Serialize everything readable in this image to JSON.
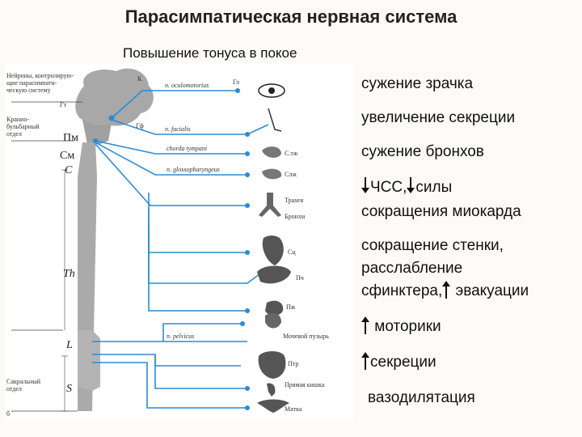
{
  "title": "Парасимпатическая нервная система",
  "subtitle": "Повышение тонуса в покое",
  "figure": {
    "left_labels": {
      "neurons": [
        "Нейроны, контролирую-",
        "щие парасимпати-",
        "ческую систему"
      ],
      "cranio": [
        "Кранио-",
        "бульбарный",
        "отдел"
      ],
      "sacral": [
        "Сакральный",
        "отдел"
      ],
      "K": "К",
      "Gt": "Гт",
      "Gf": "Гф",
      "Pm": "Пм",
      "Sm": "См",
      "C": "C",
      "Th": "Th",
      "L": "L",
      "S": "S",
      "b": "б"
    },
    "nerves": {
      "oculomotor": "n. oculomotorius",
      "facialis": "n. facialis",
      "chorda": "chorda tympani",
      "glosso": "n. glossopharyngeus",
      "pelvicus": "n. pelvicus"
    },
    "organs": {
      "eye": "Гл",
      "stzh": "С.тж",
      "slzh": "Слж",
      "trachea": "Трахея",
      "bronchi": "Бронхи",
      "heart": "Сц",
      "liver": "Пч",
      "pancreas": "Пж",
      "bladder": "Мочевой пузырь",
      "intestine": "Птр",
      "rectum": "Прямая кишка",
      "uterus": "Матка"
    }
  },
  "effects": {
    "pupil": "сужение  зрачка",
    "secretion_increase": "увеличение  секреции",
    "bronchi": "сужение бронхов",
    "hr_a": "ЧСС,",
    "hr_b": "силы",
    "hr_c": "сокращения миокарда",
    "wall_a": "сокращение стенки,",
    "wall_b": "расслабление",
    "wall_c": "сфинктера,",
    "wall_d": " эвакуации",
    "motility": " моторики",
    "secretion": "секреции",
    "vasodilation": "вазодилятация"
  },
  "colors": {
    "nerve": "#2b8bd6",
    "tissue": "#9a9a9a",
    "text": "#111111"
  }
}
